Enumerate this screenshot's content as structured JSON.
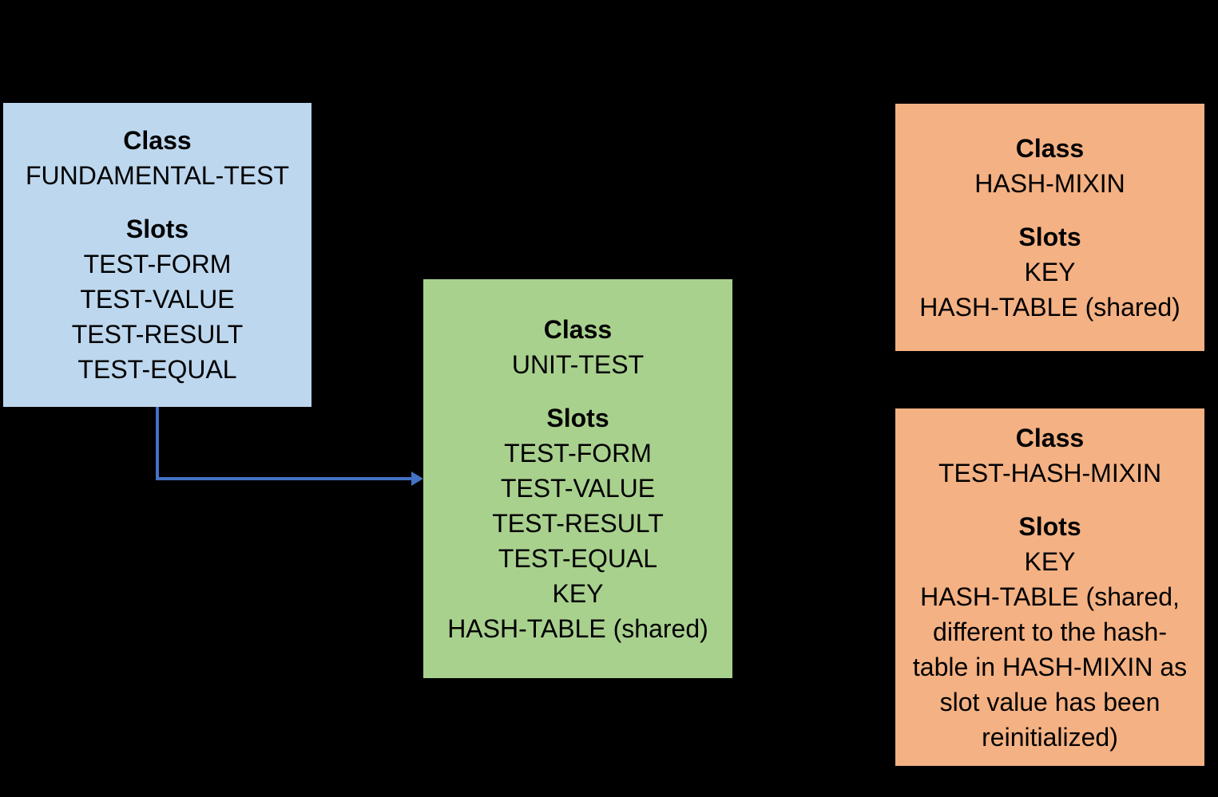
{
  "colors": {
    "background": "#000000",
    "blue_box": "#BDD7EE",
    "green_box": "#A9D18E",
    "orange_box": "#F4B183",
    "arrow": "#4472C4",
    "text": "#000000"
  },
  "boxes": [
    {
      "id": "fundamental-test",
      "color": "blue_box",
      "class_label": "Class",
      "class_name": "FUNDAMENTAL-TEST",
      "slots_label": "Slots",
      "slots": [
        "TEST-FORM",
        "TEST-VALUE",
        "TEST-RESULT",
        "TEST-EQUAL"
      ]
    },
    {
      "id": "unit-test",
      "color": "green_box",
      "class_label": "Class",
      "class_name": "UNIT-TEST",
      "slots_label": "Slots",
      "slots": [
        "TEST-FORM",
        "TEST-VALUE",
        "TEST-RESULT",
        "TEST-EQUAL",
        "KEY",
        "HASH-TABLE (shared)"
      ]
    },
    {
      "id": "hash-mixin",
      "color": "orange_box",
      "class_label": "Class",
      "class_name": "HASH-MIXIN",
      "slots_label": "Slots",
      "slots": [
        "KEY",
        "HASH-TABLE (shared)"
      ]
    },
    {
      "id": "test-hash-mixin",
      "color": "orange_box",
      "class_label": "Class",
      "class_name": "TEST-HASH-MIXIN",
      "slots_label": "Slots",
      "slots": [
        "KEY",
        "HASH-TABLE (shared, different to the hash-table in HASH-MIXIN as slot value has been reinitialized)"
      ]
    }
  ],
  "arrow": {
    "from": "FUNDAMENTAL-TEST",
    "to": "UNIT-TEST"
  }
}
